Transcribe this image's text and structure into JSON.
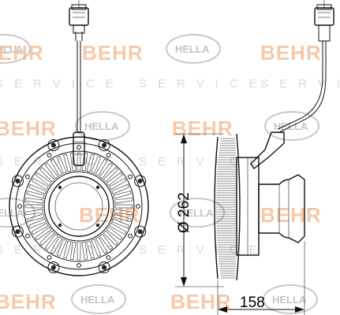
{
  "watermark": {
    "brand_a": "BEHR",
    "brand_b": "HELLA",
    "service": "SERVICE"
  },
  "dimensions": {
    "diameter": "Ø 262",
    "width": "158"
  },
  "icons": [
    "hella-logo-icon",
    "connector-plug-icon"
  ]
}
